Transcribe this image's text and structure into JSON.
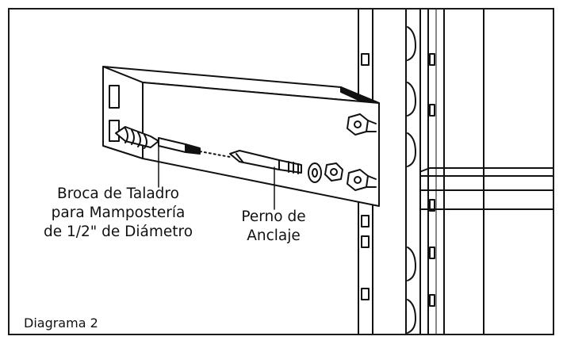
{
  "figure": {
    "caption": "Diagrama 2",
    "labels": {
      "drill_bit": [
        "Broca de Taladro",
        "para Mampostería",
        "de 1/2\" de Diámetro"
      ],
      "anchor_bolt": [
        "Perno de",
        "Anclaje"
      ]
    }
  },
  "parts": [
    "upright-post",
    "shelf-beam",
    "wall-bracket",
    "drill-bit",
    "anchor-bolt",
    "washer",
    "nut",
    "hex-bolt"
  ]
}
